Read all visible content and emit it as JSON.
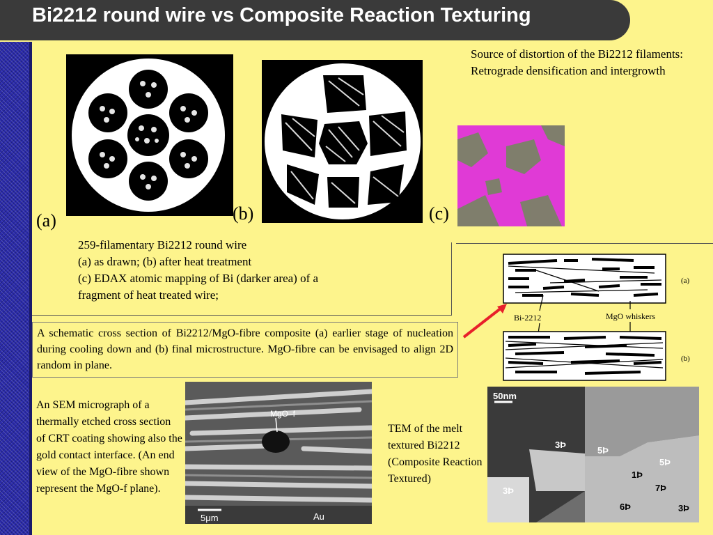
{
  "title": "Bi2212 round wire vs Composite Reaction Texturing",
  "labels": {
    "a": "(a)",
    "b": "(b)",
    "c": "(c)"
  },
  "source_text": "Source of distortion of the Bi2212 filaments: Retrograde densification and intergrowth",
  "caption_lines": [
    "259-filamentary Bi2212  round wire",
    "(a) as drawn; (b) after heat treatment",
    "(c) EDAX atomic mapping of Bi (darker area) of a",
    "fragment of heat treated wire;"
  ],
  "schematic_text": "A schematic cross section of Bi2212/MgO-fibre composite (a) earlier stage of nucleation during cooling down and (b) final microstructure. MgO-fibre can be envisaged to align 2D random in plane.",
  "schematic_labels": {
    "a": "(a)",
    "b": "(b)",
    "bi": "Bi-2212",
    "mgo": "MgO whiskers"
  },
  "sem_text": "An SEM micrograph of a thermally etched cross section of CRT coating showing also the gold contact interface. (An end view of the MgO-fibre shown represent the MgO-f plane).",
  "sem_labels": {
    "mgo": "MgO–f",
    "scale": "5μm",
    "au": "Au"
  },
  "tem_text": "TEM of the melt textured Bi2212 (Composite Reaction Textured)",
  "tem_labels": {
    "scale": "50nm",
    "grains": [
      "3Þ",
      "5Þ",
      "5Þ",
      "1Þ",
      "7Þ",
      "3Þ",
      "6Þ",
      "3Þ"
    ]
  },
  "colors": {
    "background": "#fdf48c",
    "banner": "#3a3a3a",
    "arrow": "#e8202a",
    "edax_magenta": "#e03ad6"
  }
}
